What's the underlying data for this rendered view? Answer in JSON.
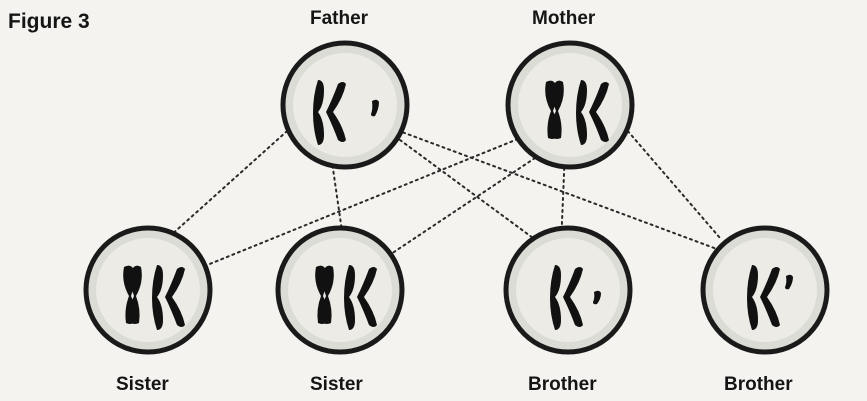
{
  "figure": {
    "title": "Figure 3"
  },
  "parents": [
    {
      "label": "Father",
      "chromosomes": [
        "X",
        "Y"
      ]
    },
    {
      "label": "Mother",
      "chromosomes": [
        "X",
        "X"
      ]
    }
  ],
  "children": [
    {
      "label": "Sister",
      "chromosomes": [
        "X",
        "X"
      ]
    },
    {
      "label": "Sister",
      "chromosomes": [
        "X",
        "X"
      ]
    },
    {
      "label": "Brother",
      "chromosomes": [
        "X",
        "Y"
      ]
    },
    {
      "label": "Brother",
      "chromosomes": [
        "X",
        "Y"
      ]
    }
  ],
  "inheritance": [
    {
      "from": "parents.0",
      "to": "children.0"
    },
    {
      "from": "parents.0",
      "to": "children.1"
    },
    {
      "from": "parents.0",
      "to": "children.2"
    },
    {
      "from": "parents.0",
      "to": "children.3"
    },
    {
      "from": "parents.1",
      "to": "children.0"
    },
    {
      "from": "parents.1",
      "to": "children.1"
    },
    {
      "from": "parents.1",
      "to": "children.2"
    },
    {
      "from": "parents.1",
      "to": "children.3"
    }
  ]
}
